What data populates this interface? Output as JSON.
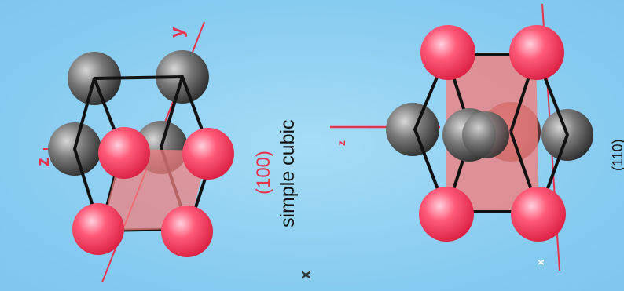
{
  "colors": {
    "background": "#8fd0f2",
    "plane_atom": "#ff3b5c",
    "other_atom": "#6e6e6e",
    "plane_fill": "#f08080",
    "axis": "#e8324b",
    "edge": "#111111",
    "caption_index": "#e8324b",
    "caption_text": "#111111"
  },
  "left_cell": {
    "axis_labels": {
      "z": "z",
      "y": "y",
      "x": "x"
    },
    "miller_index": "(100)",
    "structure": "simple cubic"
  },
  "right_cell": {
    "axis_labels": {
      "z": "z",
      "x": "x"
    },
    "miller_index": "(110)"
  }
}
